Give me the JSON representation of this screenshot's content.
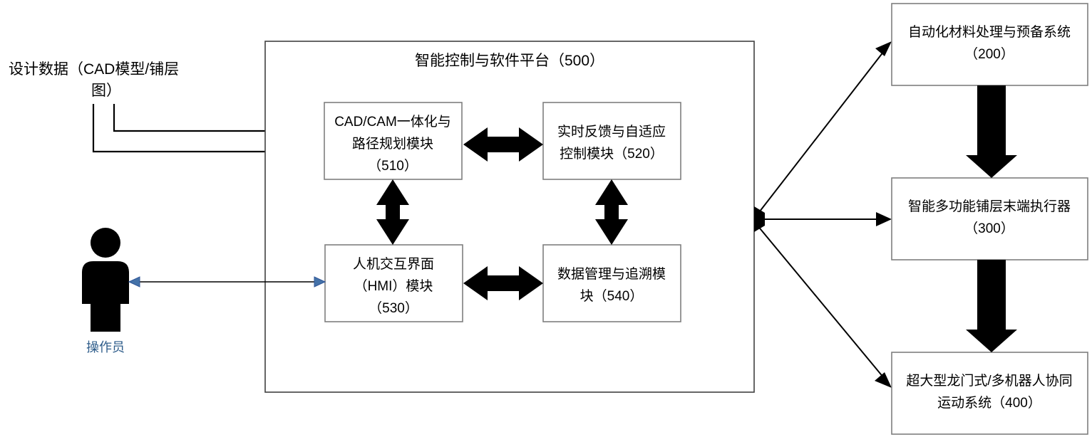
{
  "diagram": {
    "title": "智能控制与软件平台（500）",
    "inputs": {
      "design_data_line1": "设计数据（CAD模型/铺层",
      "design_data_line2": "图）"
    },
    "actor": {
      "label": "操作员",
      "icon": "person-icon",
      "label_color": "#2e5c8a"
    },
    "platform": {
      "label": "智能控制与软件平台（500）",
      "modules": [
        {
          "id": "510",
          "lines": [
            "CAD/CAM一体化与",
            "路径规划模块",
            "（510）"
          ]
        },
        {
          "id": "520",
          "lines": [
            "实时反馈与自适应",
            "控制模块（520）"
          ]
        },
        {
          "id": "530",
          "lines": [
            "人机交互界面",
            "（HMI）模块",
            "（530）"
          ]
        },
        {
          "id": "540",
          "lines": [
            "数据管理与追溯模",
            "块（540）"
          ]
        }
      ]
    },
    "subsystems": [
      {
        "id": "200",
        "lines": [
          "自动化材料处理与预备系统",
          "（200）"
        ]
      },
      {
        "id": "300",
        "lines": [
          "智能多功能铺层末端执行器",
          "（300）"
        ]
      },
      {
        "id": "400",
        "lines": [
          "超大型龙门式/多机器人协同",
          "运动系统（400）"
        ]
      }
    ],
    "connectors": {
      "input_block_arrow": "hollow-block-arrow-icon",
      "bidirectional_thick": "double-headed-thick-arrow-icon",
      "downward_thick": "downward-thick-arrow-icon",
      "fanout_hub": "fan-out-hub-node-icon",
      "operator_link": "bidirectional-thin-arrow-icon"
    },
    "colors": {
      "stroke": "#000000",
      "box_border": "#7f7f7f",
      "background": "#ffffff",
      "accent_blue": "#2e5c8a"
    }
  }
}
